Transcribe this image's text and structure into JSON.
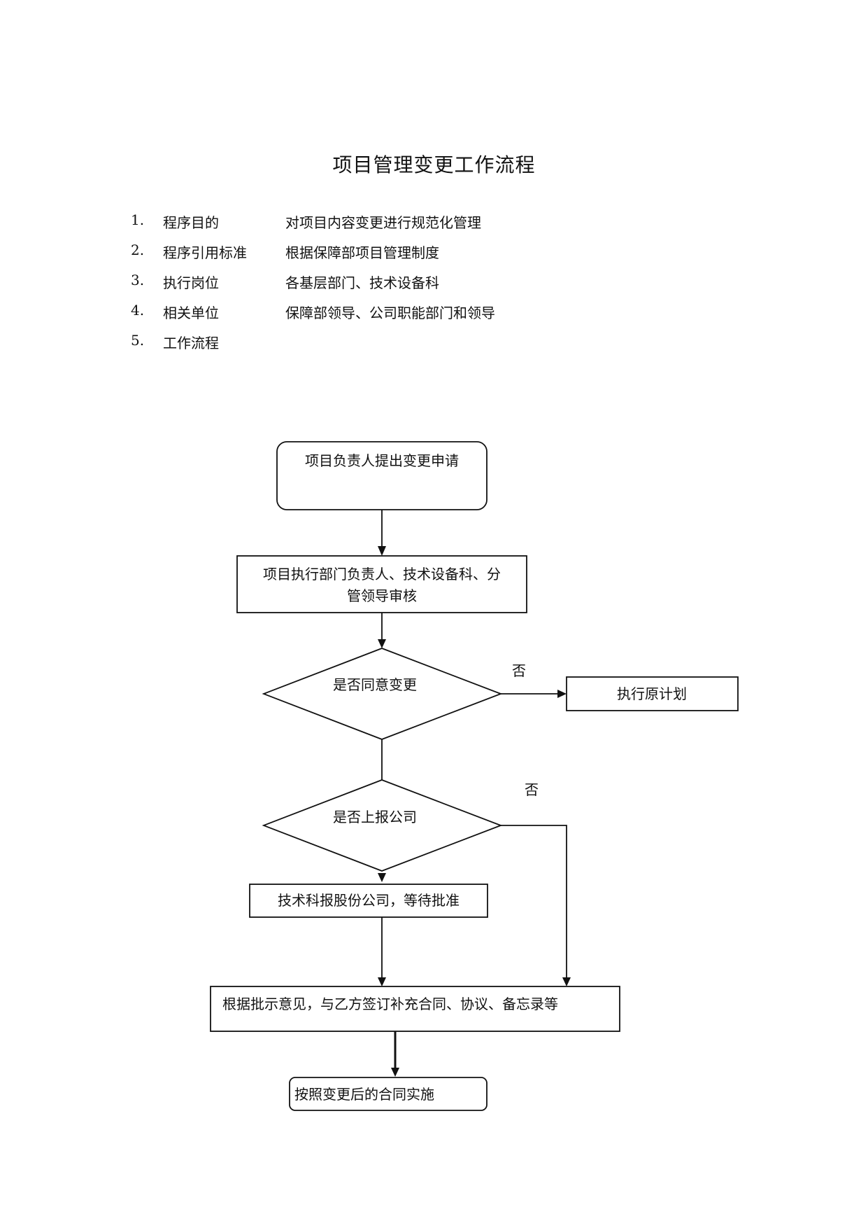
{
  "document": {
    "title": "项目管理变更工作流程",
    "items": [
      {
        "num": "1.",
        "label": "程序目的",
        "value": "对项目内容变更进行规范化管理"
      },
      {
        "num": "2.",
        "label": "程序引用标准",
        "value": "根据保障部项目管理制度"
      },
      {
        "num": "3.",
        "label": "执行岗位",
        "value": "各基层部门、技术设备科"
      },
      {
        "num": "4.",
        "label": "相关单位",
        "value": "保障部领导、公司职能部门和领导"
      },
      {
        "num": "5.",
        "label": "工作流程",
        "value": ""
      }
    ]
  },
  "flowchart": {
    "start": "项目负责人提出变更申请",
    "review_line1": "项目执行部门负责人、技术设备科、分",
    "review_line2": "管领导审核",
    "decision_agree": "是否同意变更",
    "no_label_1": "否",
    "keep_plan": "执行原计划",
    "decision_report": "是否上报公司",
    "no_label_2": "否",
    "tech_report": "技术科报股份公司，等待批准",
    "sign_contract": "根据批示意见，与乙方签订补充合同、协议、备忘录等",
    "implement": "按照变更后的合同实施"
  }
}
